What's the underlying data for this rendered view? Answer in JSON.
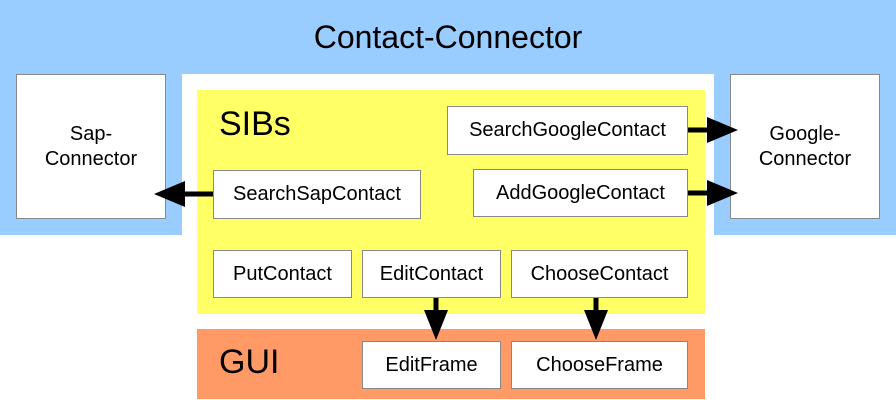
{
  "title": "Contact-Connector",
  "sap_connector": {
    "label": "Sap-\nConnector"
  },
  "google_connector": {
    "label": "Google-\nConnector"
  },
  "sibs": {
    "label": "SIBs",
    "items": {
      "search_google_contact": "SearchGoogleContact",
      "search_sap_contact": "SearchSapContact",
      "add_google_contact": "AddGoogleContact",
      "put_contact": "PutContact",
      "edit_contact": "EditContact",
      "choose_contact": "ChooseContact"
    }
  },
  "gui": {
    "label": "GUI",
    "items": {
      "edit_frame": "EditFrame",
      "choose_frame": "ChooseFrame"
    }
  },
  "colors": {
    "connector_band": "#99ccff",
    "sibs_panel": "#ffff66",
    "gui_panel": "#ff9966",
    "arrow": "#000000",
    "box_border": "#888888"
  }
}
